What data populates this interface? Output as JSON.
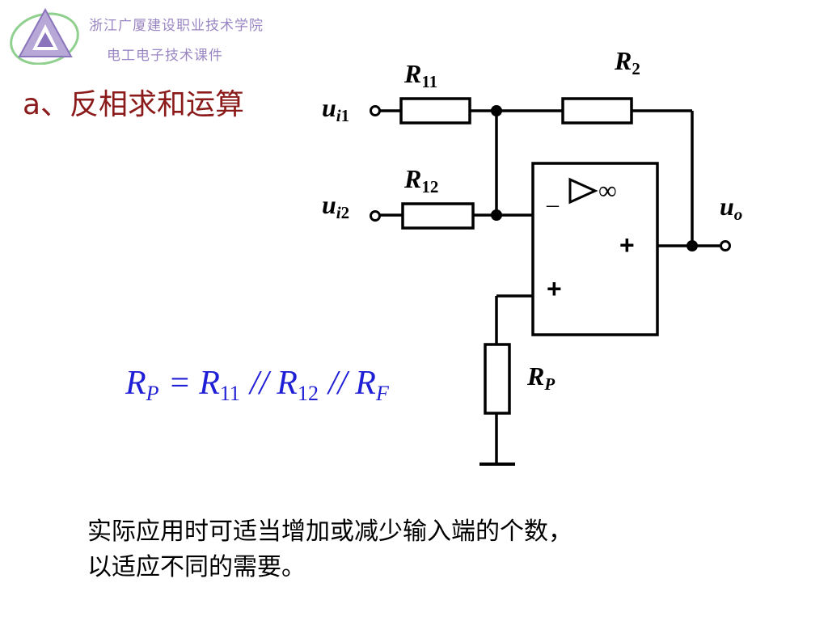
{
  "header": {
    "school": "浙江广厦建设职业技术学院",
    "course": "电工电子技术课件"
  },
  "title": "a、反相求和运算",
  "circuit": {
    "r11": {
      "main": "R",
      "sub": "11"
    },
    "r12": {
      "main": "R",
      "sub": "12"
    },
    "r2": {
      "main": "R",
      "sub": "2"
    },
    "rp": {
      "main": "R",
      "sub": "P"
    },
    "ui1": {
      "main": "u",
      "sub_i": "i",
      "sub_n": "1"
    },
    "ui2": {
      "main": "u",
      "sub_i": "i",
      "sub_n": "2"
    },
    "uo": {
      "main": "u",
      "sub": "o"
    },
    "opamp": {
      "minus": "–",
      "plus_in": "+",
      "plus_out": "+",
      "infinity": "∞"
    }
  },
  "formula": {
    "r": "R",
    "sub_p": "P",
    "eq": "=",
    "sub_11": "11",
    "par": "//",
    "sub_12": "12",
    "sub_f": "F"
  },
  "note": {
    "line1": "实际应用时可适当增加或减少输入端的个数，",
    "line2": "以适应不同的需要。"
  },
  "colors": {
    "title": "#8b1a1a",
    "formula": "#1f1fd6",
    "header": "#9a86c2",
    "logo": "#8fd08f"
  }
}
